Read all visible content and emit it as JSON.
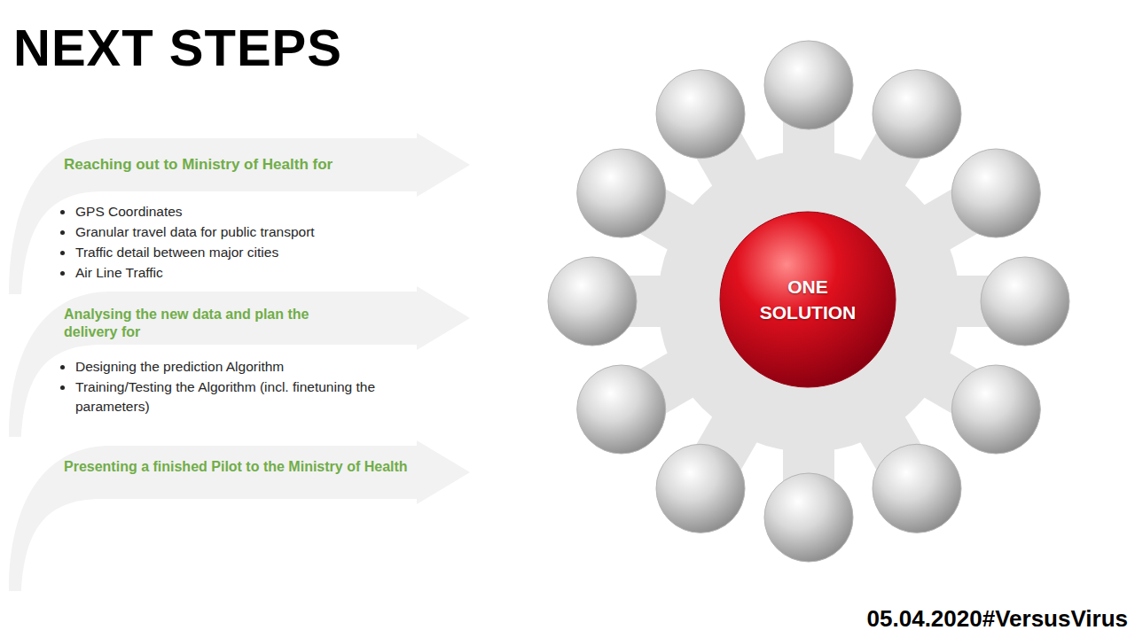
{
  "diagram": {
    "title": "NEXT STEPS",
    "caption": "05.04.2020#VersusVirus",
    "nodes": [
      {
        "text": [
          "Reaching out to Ministry of Health for",
          "GPS Coordinates",
          "Granular travel data for public transport",
          "Traffic detail between major cities",
          "Air Line Traffic"
        ]
      },
      {
        "text": [
          "Analysing the new data and plan the delivery for",
          "Designing the prediction Algorithm",
          "Training/Testing the Algorithm (incl. finetuning the parameters)"
        ]
      },
      {
        "text": [
          "Presenting a finished Pilot to the Ministry of Health"
        ]
      },
      {
        "text": [
          "ONE SOLUTION"
        ]
      }
    ]
  }
}
